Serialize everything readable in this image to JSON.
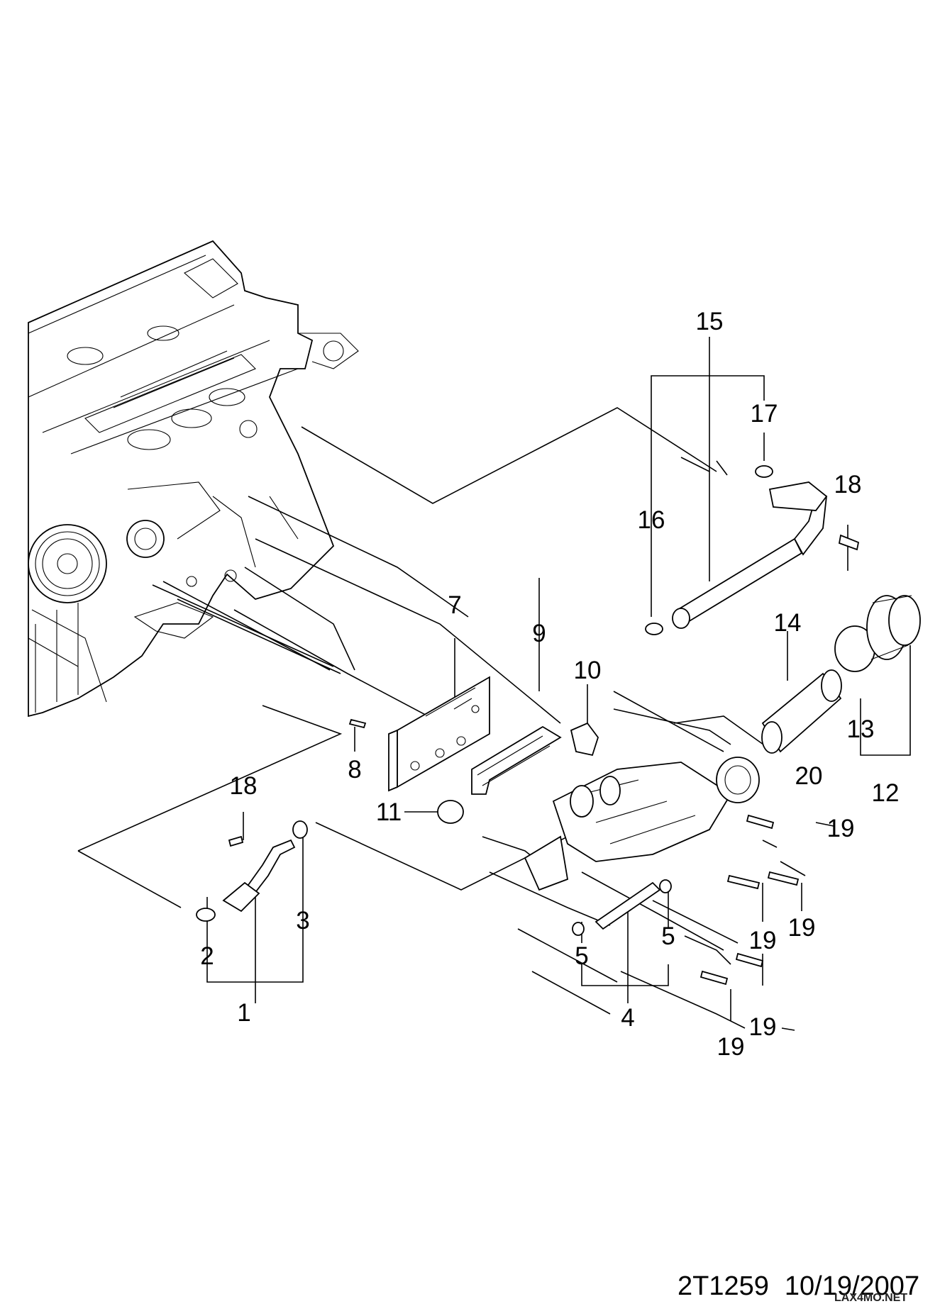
{
  "diagram": {
    "callouts": [
      {
        "id": "c1",
        "label": "1"
      },
      {
        "id": "c2",
        "label": "2"
      },
      {
        "id": "c3",
        "label": "3"
      },
      {
        "id": "c4",
        "label": "4"
      },
      {
        "id": "c5a",
        "label": "5"
      },
      {
        "id": "c5b",
        "label": "5"
      },
      {
        "id": "c7",
        "label": "7"
      },
      {
        "id": "c8",
        "label": "8"
      },
      {
        "id": "c9",
        "label": "9"
      },
      {
        "id": "c10",
        "label": "10"
      },
      {
        "id": "c11",
        "label": "11"
      },
      {
        "id": "c12",
        "label": "12"
      },
      {
        "id": "c13",
        "label": "13"
      },
      {
        "id": "c14",
        "label": "14"
      },
      {
        "id": "c15",
        "label": "15"
      },
      {
        "id": "c16",
        "label": "16"
      },
      {
        "id": "c17",
        "label": "17"
      },
      {
        "id": "c18a",
        "label": "18"
      },
      {
        "id": "c18b",
        "label": "18"
      },
      {
        "id": "c19a",
        "label": "19"
      },
      {
        "id": "c19b",
        "label": "19"
      },
      {
        "id": "c19c",
        "label": "19"
      },
      {
        "id": "c19d",
        "label": "19"
      },
      {
        "id": "c19e",
        "label": "19"
      },
      {
        "id": "c20",
        "label": "20"
      }
    ]
  },
  "footer": {
    "code": "2T1259",
    "date": "10/19/2007",
    "watermark": "LAX4MO.NET"
  }
}
